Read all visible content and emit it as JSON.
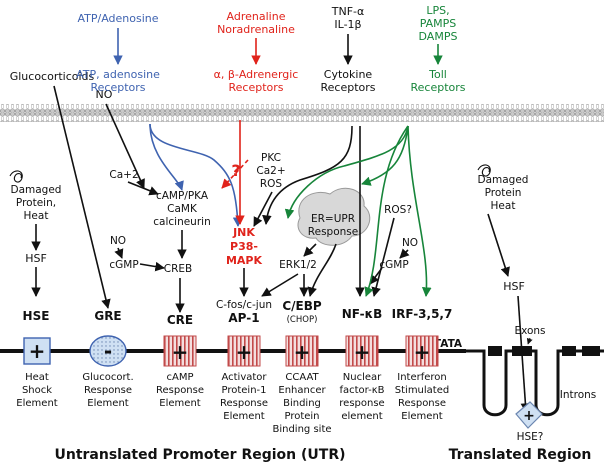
{
  "colors": {
    "blue": "#3f63b0",
    "red": "#e0231b",
    "green": "#17853a",
    "black": "#111111",
    "membrane": "#8a8a8a"
  },
  "signals": {
    "atp": "ATP/Adenosine",
    "adrenaline": "Adrenaline",
    "noradrenaline": "Noradrenaline",
    "tnf": "TNF-α",
    "il1": "IL-1β",
    "lps": "LPS,",
    "pamps": "PAMPS",
    "damps": "DAMPS",
    "glucocorticoids": "Glucocorticoids",
    "no_top": "NO"
  },
  "receptors": {
    "atp_1": "ATP, adenosine",
    "atp_2": "Receptors",
    "adr_1": "α, β-Adrenergic",
    "adr_2": "Receptors",
    "cyto_1": "Cytokine",
    "cyto_2": "Receptors",
    "toll_1": "Toll",
    "toll_2": "Receptors"
  },
  "intracellular": {
    "damaged_left_1": "Damaged",
    "damaged_left_2": "Protein,",
    "damaged_left_3": "Heat",
    "hsf_left": "HSF",
    "ca2": "Ca+2",
    "camp_1": "cAMP/PKA",
    "camp_2": "CaMK",
    "camp_3": "calcineurin",
    "question": "?",
    "pkc_1": "PKC",
    "pkc_2": "Ca2+",
    "pkc_3": "ROS",
    "er_1": "ER=UPR",
    "er_2": "Response",
    "no_mid": "NO",
    "cgmp_left": "cGMP",
    "creb": "CREB",
    "jnk_1": "JNK",
    "jnk_2": "P38-",
    "jnk_3": "MAPK",
    "erk": "ERK1/2",
    "ros_q": "ROS?",
    "no_right": "NO",
    "cgmp_right": "cGMP",
    "damaged_right_1": "Damaged",
    "damaged_right_2": "Protein",
    "damaged_right_3": "Heat",
    "hsf_right": "HSF"
  },
  "elements": [
    {
      "label": "HSE",
      "sign": "+",
      "desc": [
        "Heat",
        "Shock",
        "Element"
      ]
    },
    {
      "label": "GRE",
      "sign": "-",
      "desc": [
        "Glucocort.",
        "Response",
        "Element"
      ]
    },
    {
      "label": "CRE",
      "sign": "+",
      "desc": [
        "cAMP",
        "Response",
        "Element"
      ]
    },
    {
      "label": "AP-1",
      "label_top": "C-fos/c-jun",
      "sign": "+",
      "desc": [
        "Activator",
        "Protein-1",
        "Response",
        "Element"
      ]
    },
    {
      "label": "C/EBP",
      "label_sub": "(CHOP)",
      "sign": "+",
      "desc": [
        "CCAAT",
        "Enhancer",
        "Binding",
        "Protein",
        "Binding site"
      ]
    },
    {
      "label": "NF-κB",
      "sign": "+",
      "desc": [
        "Nuclear",
        "factor-κB",
        "response",
        "element"
      ]
    },
    {
      "label": "IRF-3,5,7",
      "sign": "+",
      "desc": [
        "Interferon",
        "Stimulated",
        "Response",
        "Element"
      ]
    }
  ],
  "gene": {
    "tata": "TATA",
    "exons": "Exons",
    "introns": "Introns",
    "hse_q": "HSE?"
  },
  "footer": {
    "utr": "Untranslated Promoter Region  (UTR)",
    "translated": "Translated Region"
  }
}
